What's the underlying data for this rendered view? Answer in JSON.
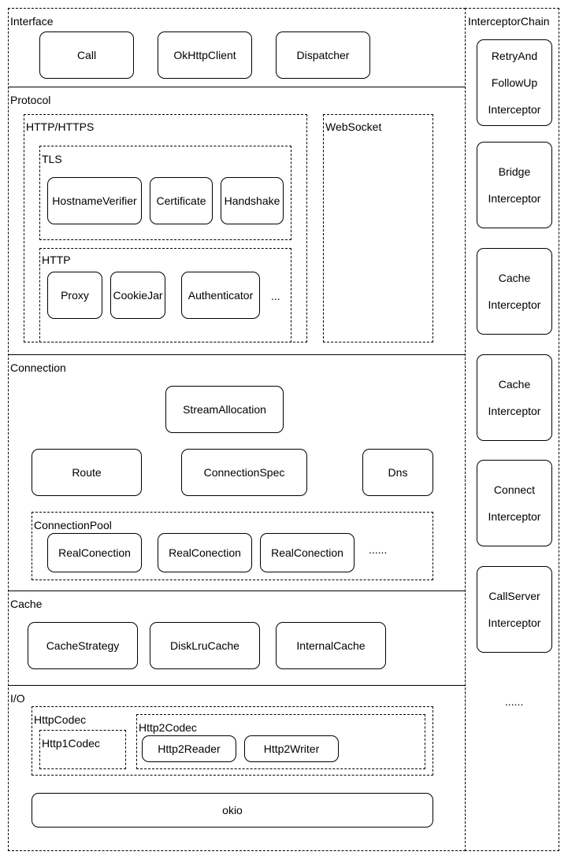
{
  "interface": {
    "title": "Interface",
    "items": [
      "Call",
      "OkHttpClient",
      "Dispatcher"
    ]
  },
  "protocol": {
    "title": "Protocol",
    "http_https": {
      "title": "HTTP/HTTPS",
      "tls": {
        "title": "TLS",
        "items": [
          "HostnameVerifier",
          "Certificate",
          "Handshake"
        ]
      },
      "http": {
        "title": "HTTP",
        "items": [
          "Proxy",
          "CookieJar",
          "Authenticator"
        ],
        "more": "..."
      }
    },
    "websocket": {
      "title": "WebSocket"
    }
  },
  "connection": {
    "title": "Connection",
    "stream_allocation": "StreamAllocation",
    "route": "Route",
    "connection_spec": "ConnectionSpec",
    "dns": "Dns",
    "pool": {
      "title": "ConnectionPool",
      "items": [
        "RealConection",
        "RealConection",
        "RealConection"
      ],
      "more": "......"
    }
  },
  "cache": {
    "title": "Cache",
    "items": [
      "CacheStrategy",
      "DiskLruCache",
      "InternalCache"
    ]
  },
  "io": {
    "title": "I/O",
    "http_codec": {
      "title": "HttpCodec",
      "http1": {
        "title": "Http1Codec"
      },
      "http2": {
        "title": "Http2Codec",
        "items": [
          "Http2Reader",
          "Http2Writer"
        ]
      }
    },
    "okio": "okio"
  },
  "interceptor_chain": {
    "title": "InterceptorChain",
    "items": [
      [
        "RetryAnd",
        "FollowUp",
        "Interceptor"
      ],
      [
        "Bridge",
        "Interceptor"
      ],
      [
        "Cache",
        "Interceptor"
      ],
      [
        "Cache",
        "Interceptor"
      ],
      [
        "Connect",
        "Interceptor"
      ],
      [
        "CallServer",
        "Interceptor"
      ]
    ],
    "more": "......"
  }
}
